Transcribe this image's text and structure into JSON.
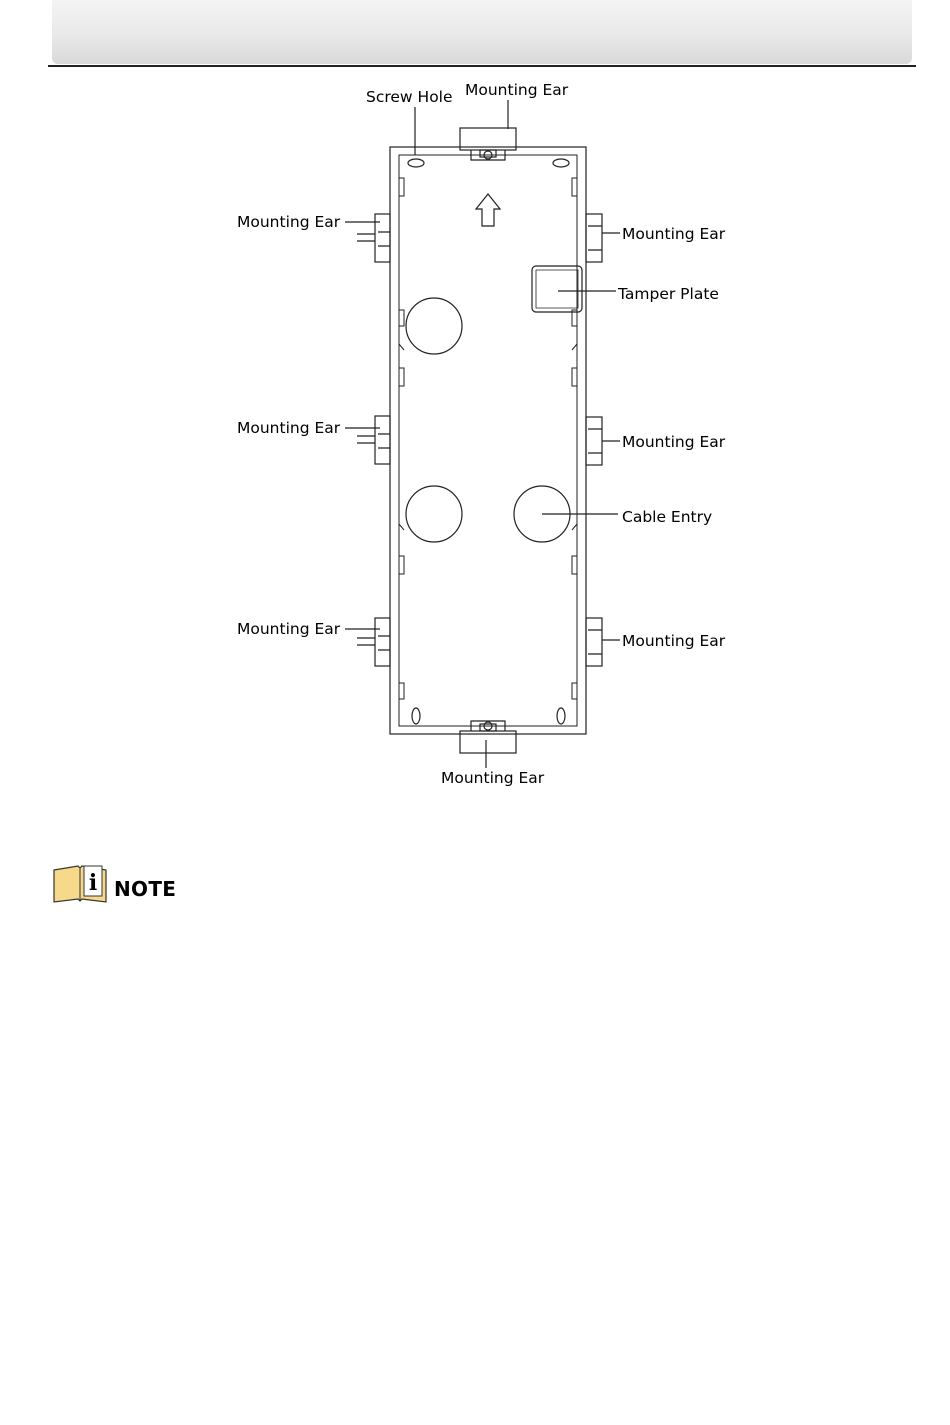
{
  "colors": {
    "note_icon_fill": "#F6D98A",
    "line": "#222222"
  },
  "diagram": {
    "labels": {
      "screw_hole": "Screw Hole",
      "ear_top": "Mounting Ear",
      "ear_left_top": "Mounting Ear",
      "ear_right_top": "Mounting Ear",
      "tamper_plate": "Tamper Plate",
      "ear_left_mid": "Mounting Ear",
      "ear_right_mid": "Mounting Ear",
      "cable_entry": "Cable Entry",
      "ear_left_bottom": "Mounting Ear",
      "ear_right_bottom": "Mounting Ear",
      "ear_bottom": "Mounting Ear"
    }
  },
  "note": {
    "icon": "info-book-icon",
    "label": "NOTE"
  }
}
